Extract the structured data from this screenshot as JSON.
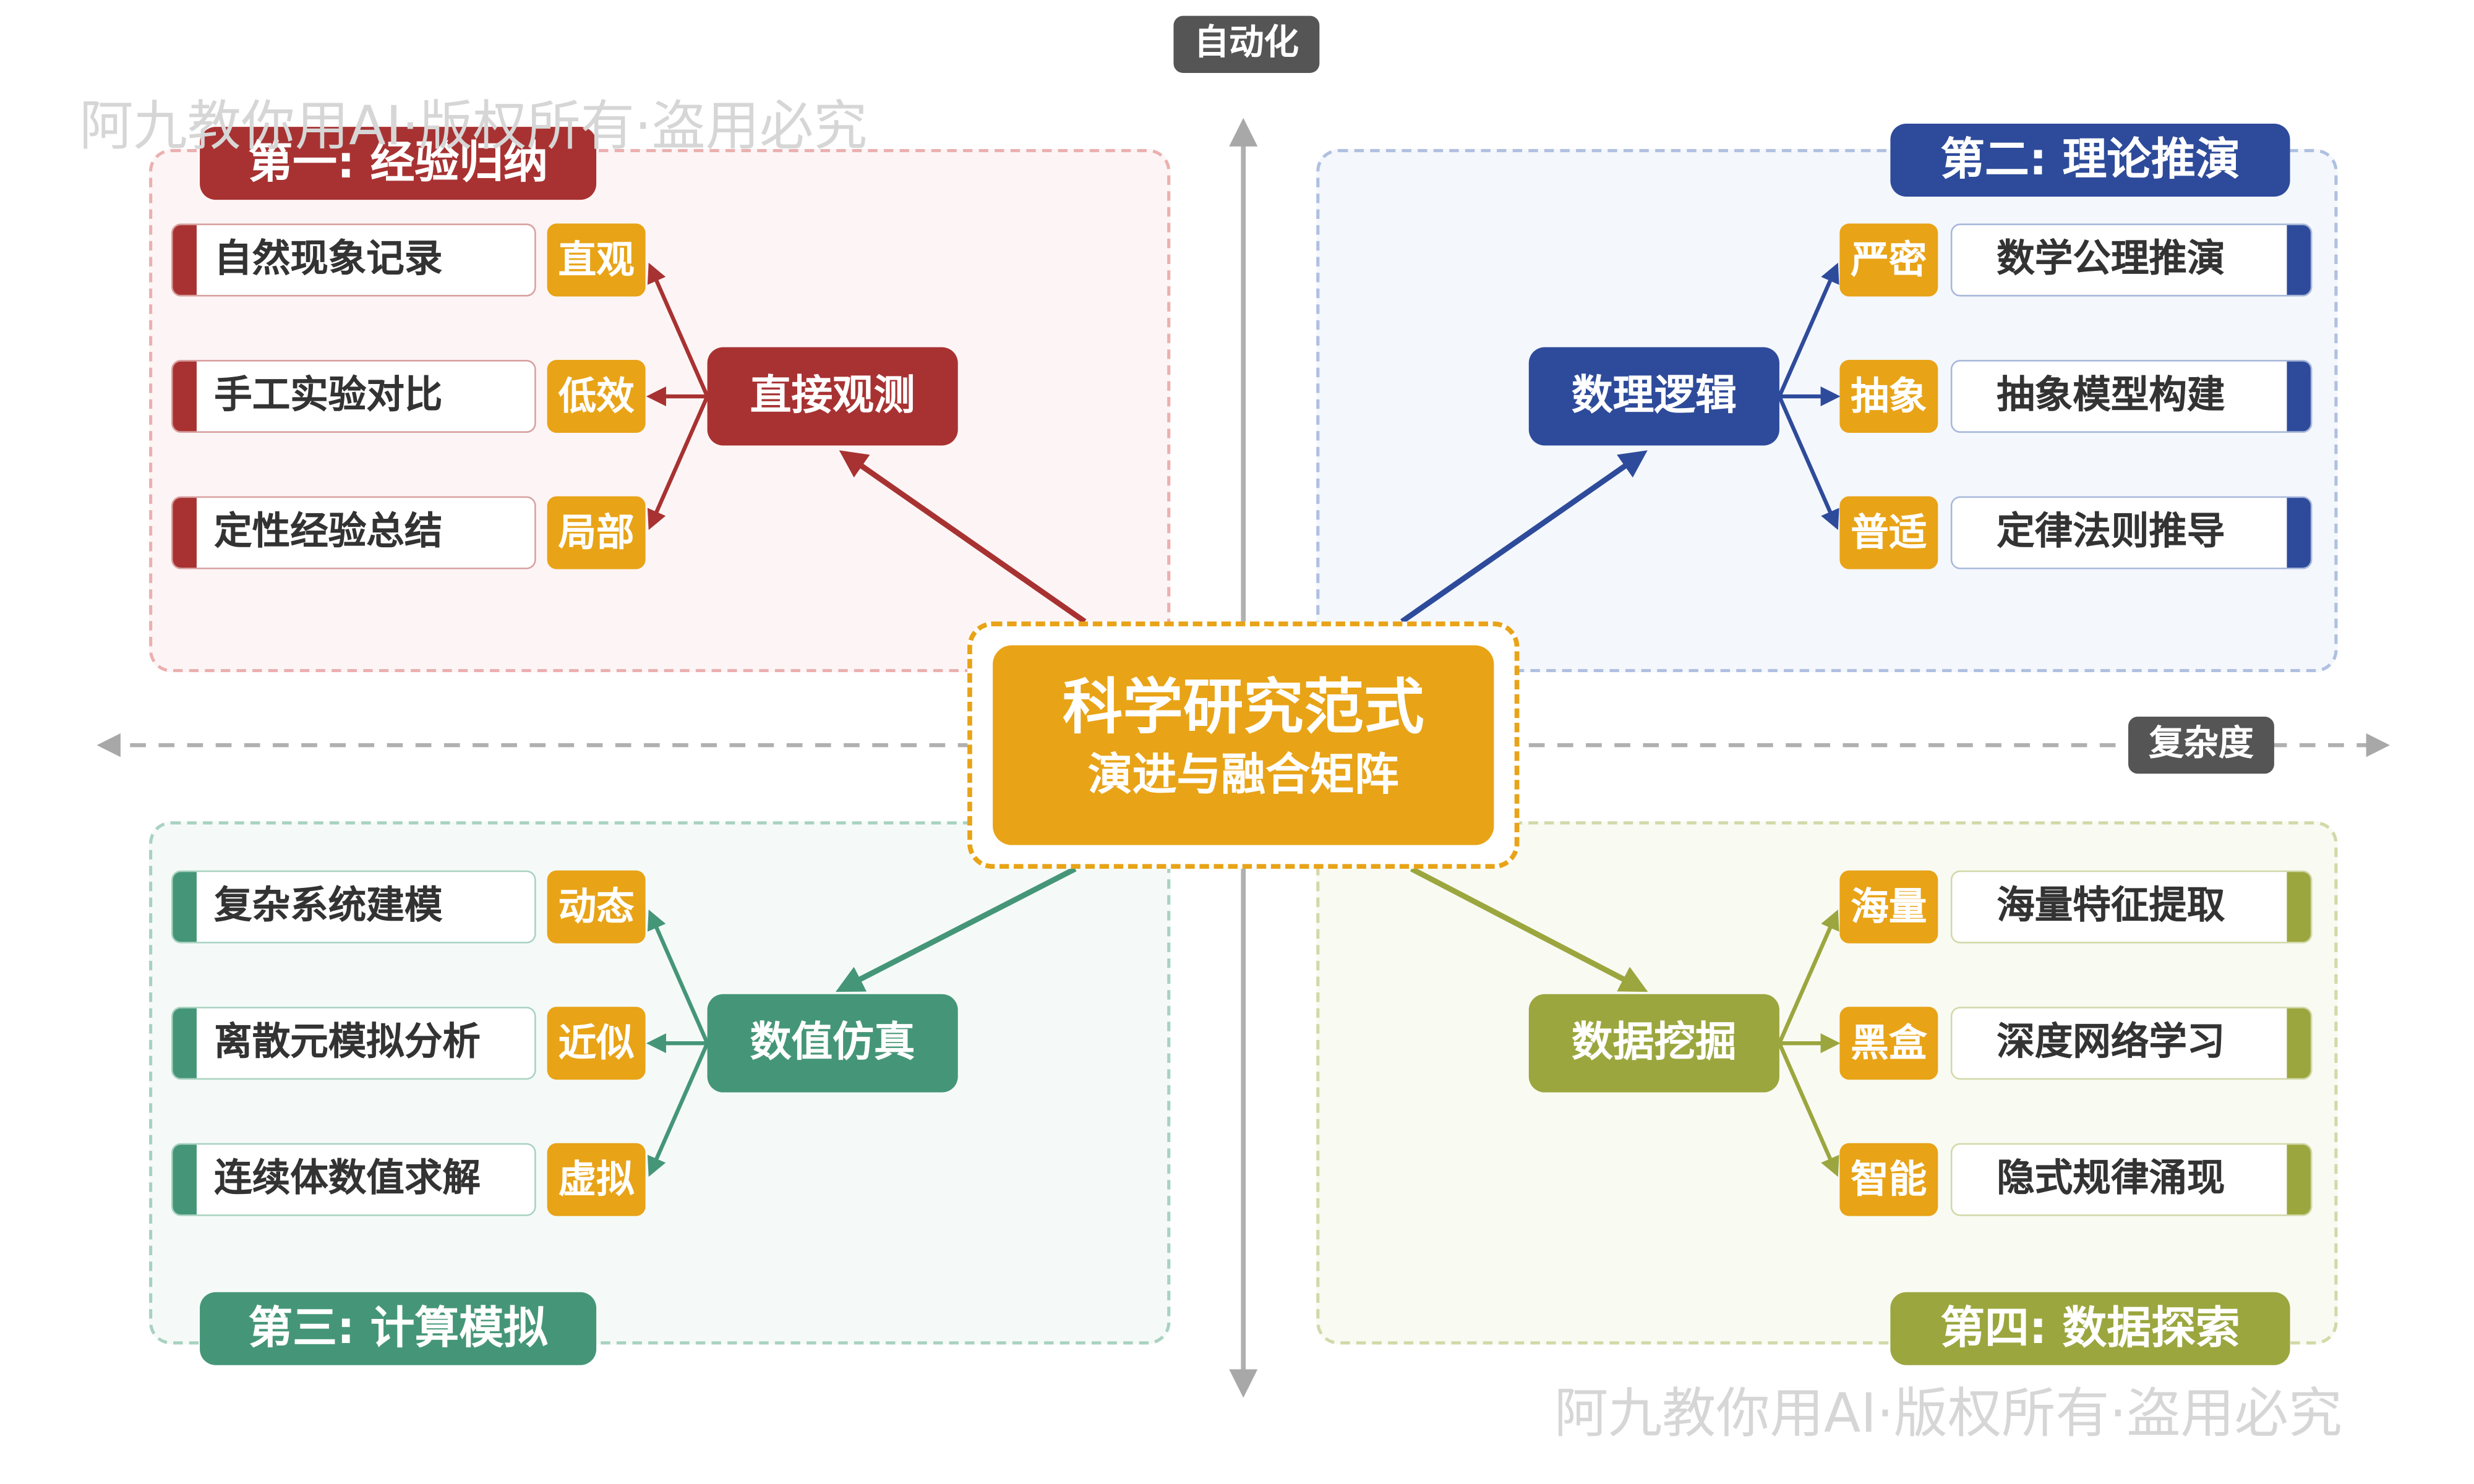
{
  "center": {
    "title": "科学研究范式",
    "subtitle": "演进与融合矩阵"
  },
  "axes": {
    "vertical": "自动化",
    "horizontal": "复杂度"
  },
  "watermark": "阿九教你用AI·版权所有·盗用必究",
  "colors": {
    "red": "#A83232",
    "blue": "#2E4B9B",
    "teal": "#459678",
    "olive": "#9BA63E",
    "orange": "#E8A317",
    "axis": "#555555"
  },
  "quadrants": [
    {
      "title": "第一: 经验归纳",
      "hub": "直接观测",
      "leaves": [
        "自然现象记录",
        "手工实验对比",
        "定性经验总结"
      ],
      "tags": [
        "直观",
        "低效",
        "局部"
      ]
    },
    {
      "title": "第二: 理论推演",
      "hub": "数理逻辑",
      "leaves": [
        "数学公理推演",
        "抽象模型构建",
        "定律法则推导"
      ],
      "tags": [
        "严密",
        "抽象",
        "普适"
      ]
    },
    {
      "title": "第三: 计算模拟",
      "hub": "数值仿真",
      "leaves": [
        "复杂系统建模",
        "离散元模拟分析",
        "连续体数值求解"
      ],
      "tags": [
        "动态",
        "近似",
        "虚拟"
      ]
    },
    {
      "title": "第四: 数据探索",
      "hub": "数据挖掘",
      "leaves": [
        "海量特征提取",
        "深度网络学习",
        "隐式规律涌现"
      ],
      "tags": [
        "海量",
        "黑盒",
        "智能"
      ]
    }
  ]
}
